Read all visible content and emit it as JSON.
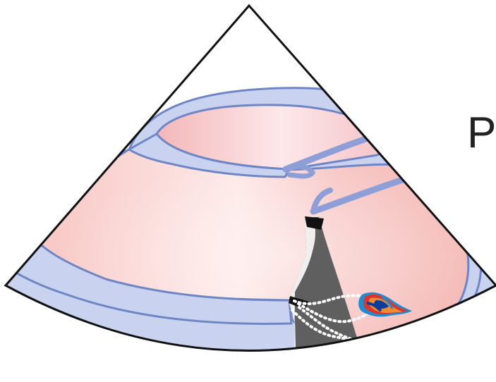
{
  "diagram": {
    "label": "P",
    "colors": {
      "background": "#ffffff",
      "sector_outline": "#111111",
      "chamber_fill": "#f8c9c7",
      "wall_fill": "#c9d3ef",
      "wall_stroke": "#6f86c6",
      "leaflet": "#8d9fd6",
      "probe_shadow": "#5f5f5f",
      "probe_head": "#111111",
      "dotted_boundary": "#ffffff",
      "doppler_jet": [
        "#d9362d",
        "#1b8ed6",
        "#f18b2d",
        "#0d3d9c"
      ]
    },
    "icons": [
      "ultrasound-sector",
      "doppler-jet",
      "probe-icon"
    ]
  }
}
